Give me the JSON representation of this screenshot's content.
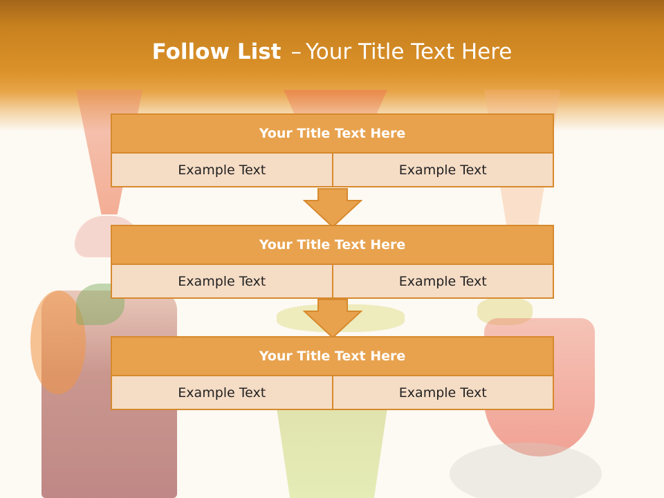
{
  "slide": {
    "title_bold": "Follow List",
    "title_separator": "–",
    "title_rest": "Your Title Text Here"
  },
  "steps": [
    {
      "title": "Your Title Text Here",
      "left": "Example Text",
      "right": "Example Text"
    },
    {
      "title": "Your Title Text Here",
      "left": "Example Text",
      "right": "Example Text"
    },
    {
      "title": "Your Title Text Here",
      "left": "Example Text",
      "right": "Example Text"
    }
  ],
  "colors": {
    "header": "#dc922a",
    "block_title": "#e8a24e",
    "block_cell": "#f5dcc5",
    "border": "#d6892c"
  }
}
